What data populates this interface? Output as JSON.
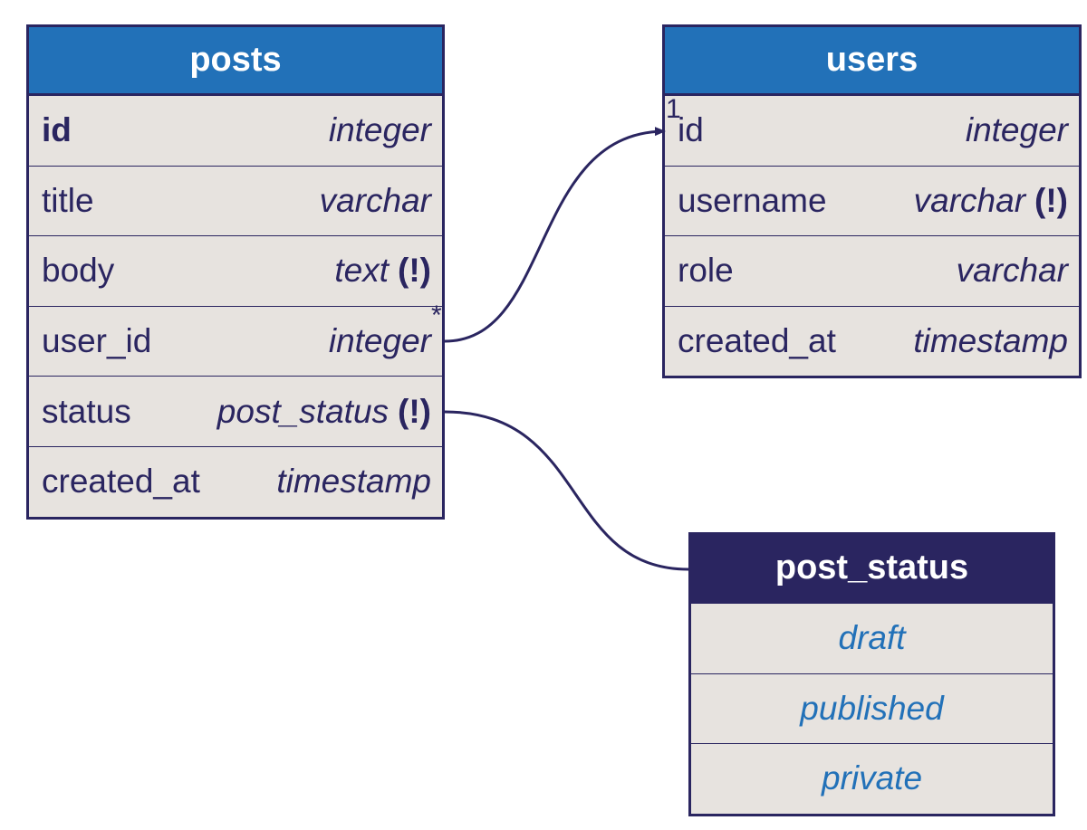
{
  "tables": {
    "posts": {
      "name": "posts",
      "fields": [
        {
          "name": "id",
          "type": "integer",
          "not_null": "",
          "pk": true
        },
        {
          "name": "title",
          "type": "varchar",
          "not_null": ""
        },
        {
          "name": "body",
          "type": "text",
          "not_null": "(!)"
        },
        {
          "name": "user_id",
          "type": "integer",
          "not_null": ""
        },
        {
          "name": "status",
          "type": "post_status",
          "not_null": "(!)"
        },
        {
          "name": "created_at",
          "type": "timestamp",
          "not_null": ""
        }
      ]
    },
    "users": {
      "name": "users",
      "fields": [
        {
          "name": "id",
          "type": "integer",
          "not_null": ""
        },
        {
          "name": "username",
          "type": "varchar",
          "not_null": "(!)"
        },
        {
          "name": "role",
          "type": "varchar",
          "not_null": ""
        },
        {
          "name": "created_at",
          "type": "timestamp",
          "not_null": ""
        }
      ]
    }
  },
  "enums": {
    "post_status": {
      "name": "post_status",
      "values": [
        "draft",
        "published",
        "private"
      ]
    }
  },
  "relations": [
    {
      "from": "posts.user_id",
      "to": "users.id",
      "from_cardinality": "*",
      "to_cardinality": "1"
    },
    {
      "from": "posts.status",
      "to": "post_status"
    }
  ],
  "colors": {
    "header_blue": "#2271b8",
    "header_navy": "#2a2560",
    "row_bg": "#e7e3df",
    "line": "#2a2560",
    "enum_text": "#2271b8"
  }
}
